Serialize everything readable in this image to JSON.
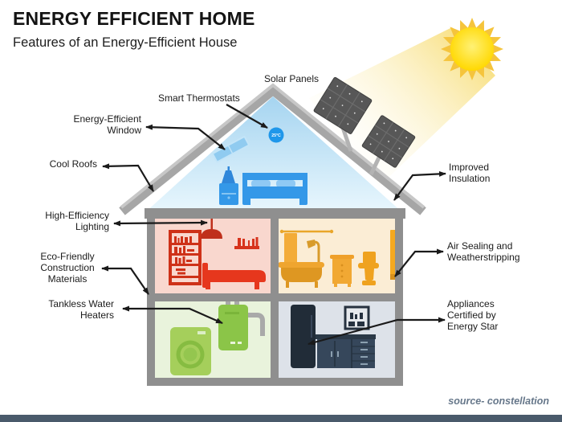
{
  "header": {
    "title": "ENERGY EFFICIENT HOME",
    "subtitle": "Features of an Energy-Efficient House"
  },
  "callouts": {
    "solar_panels": "Solar Panels",
    "smart_thermostats": "Smart Thermostats",
    "energy_efficient_window": "Energy-Efficient Window",
    "cool_roofs": "Cool Roofs",
    "high_efficiency_lighting": "High-Efficiency Lighting",
    "eco_friendly_construction_materials": "Eco-Friendly Construction Materials",
    "tankless_water_heaters": "Tankless Water Heaters",
    "improved_insulation": "Improved Insulation",
    "air_sealing_and_weatherstripping": "Air Sealing and Weatherstripping",
    "appliances_certified_by_energy_star": "Appliances Certified by Energy Star"
  },
  "house": {
    "thermostat_reading": "25°C"
  },
  "footer": {
    "source": "source- constellation"
  },
  "colors": {
    "title_text": "#141414",
    "label_text": "#1b1b1b",
    "roof_gray": "#A6A6A6",
    "wall_gray": "#8F8F8F",
    "attic_blue": "#A9D5F0",
    "bedroom_pink": "#F9D7CE",
    "bathroom_cream": "#FBEDD5",
    "utility_green": "#E9F3DC",
    "kitchen_gray": "#DDE2E9",
    "furniture_red": "#D9301B",
    "furniture_orange": "#EFA22A",
    "furniture_green": "#8CC548",
    "furniture_blue": "#3498E8",
    "sun_yellow": "#FFDE00",
    "solar_panel_dark": "#575757",
    "footer_bar": "#4A5A6B",
    "source_text": "#66778A"
  }
}
